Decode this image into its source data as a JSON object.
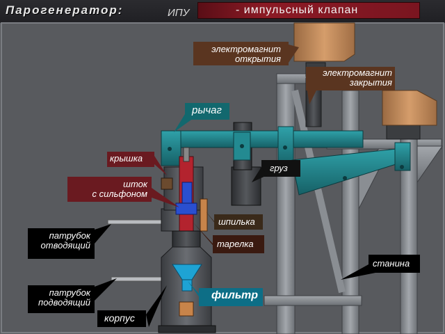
{
  "header": {
    "title": "Парогенератор:",
    "subtitle": "ИПУ",
    "banner": "- импульсный клапан"
  },
  "labels": {
    "em_open_1": "электромагнит",
    "em_open_2": "открытия",
    "em_close_1": "электромагнит",
    "em_close_2": "закрытия",
    "lever": "рычаг",
    "cover": "крышка",
    "rod_1": "шток",
    "rod_2": "с сильфоном",
    "weight": "груз",
    "stud": "шпилька",
    "disc": "тарелка",
    "outlet_1": "патрубок",
    "outlet_2": "отводящий",
    "inlet_1": "патрубок",
    "inlet_2": "подводящий",
    "filter": "фильтр",
    "body": "корпус",
    "frame": "станина"
  },
  "colors": {
    "background": "#585a5e",
    "frame": "#8a8e93",
    "lever": "#1f7f86",
    "magnet": "#c98f5e",
    "valve_red": "#b3232e",
    "valve_blue": "#2a4fd0",
    "filter_cyan": "#1ea3d4"
  }
}
